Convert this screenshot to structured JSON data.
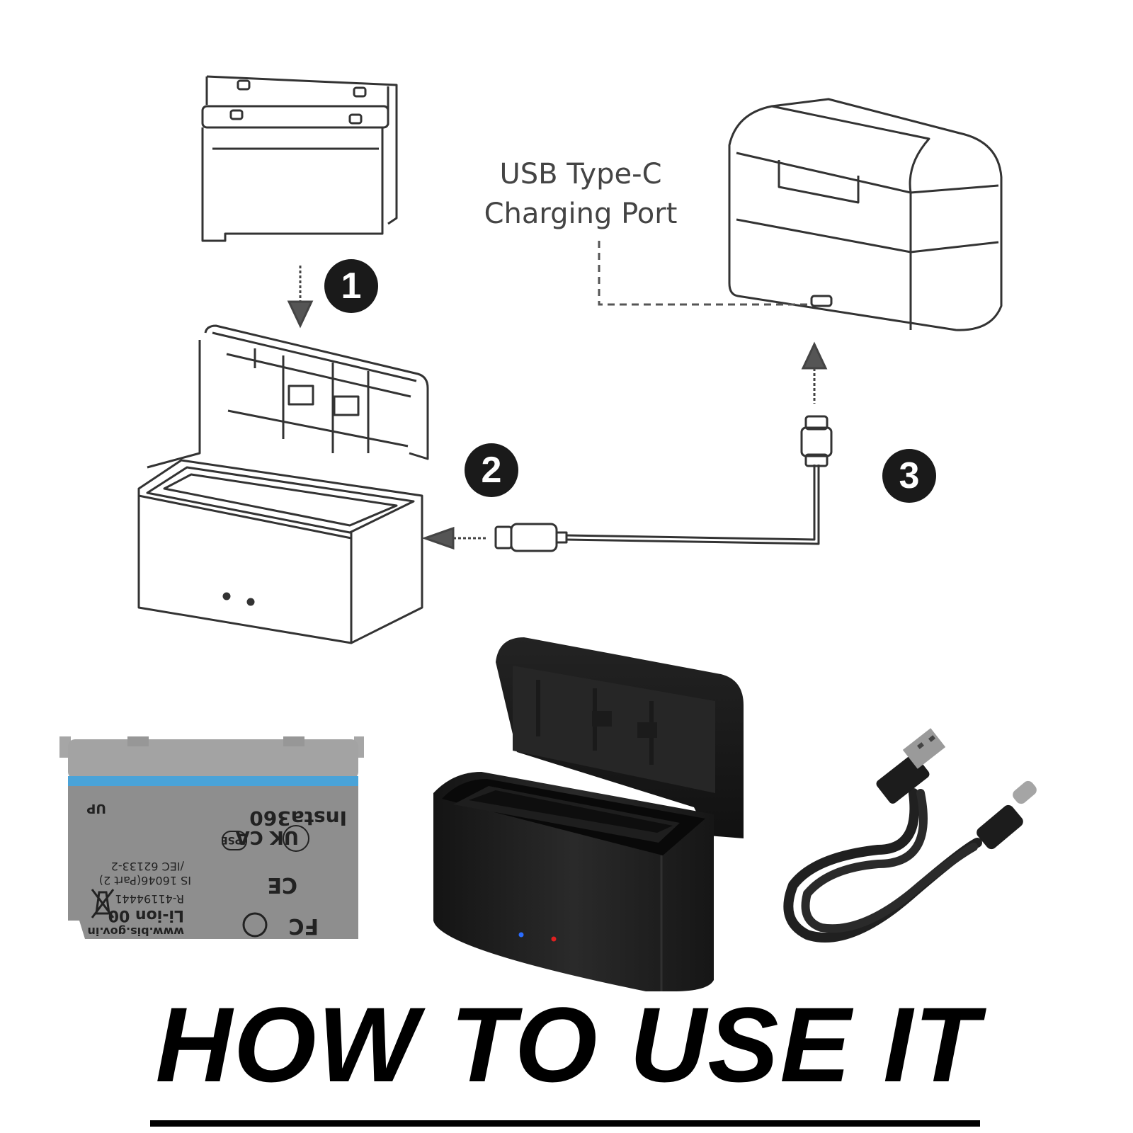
{
  "diagram": {
    "port_label_line1": "USB Type-C",
    "port_label_line2": "Charging Port",
    "steps": [
      "1",
      "2",
      "3"
    ]
  },
  "battery_label": {
    "brand": "Insta360",
    "chemistry": "Li-ion 00",
    "website": "www.bis.gov.in",
    "registration": "R-41194441",
    "standard_1": "IS 16046(Part 2)",
    "standard_2": "/IEC 62133-2",
    "cert_marks": [
      "FC",
      "CE",
      "UK CA",
      "PSE"
    ],
    "direction": "UP"
  },
  "heading": {
    "title": "HOW TO USE IT"
  },
  "colors": {
    "line": "#333333",
    "step_fill": "#1a1a1a",
    "battery_grey": "#8e8e8e",
    "battery_stripe": "#4aa3d8",
    "case_black": "#1c1c1c",
    "led_blue": "#2a6cff",
    "led_red": "#e02020"
  },
  "icons": [
    "down-arrow-icon",
    "left-arrow-icon",
    "up-arrow-icon",
    "usb-c-plug-icon",
    "usb-a-plug-icon",
    "recycle-icon"
  ]
}
